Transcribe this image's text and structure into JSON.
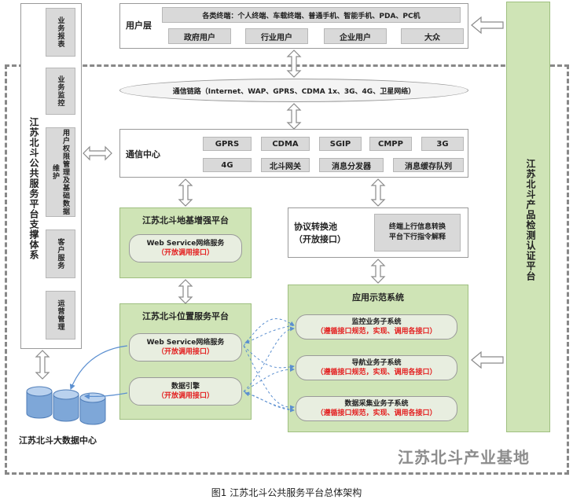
{
  "user_layer": {
    "label": "用户层",
    "terminals": "各类终端：个人终端、车载终端、普通手机、智能手机、PDA、PC机",
    "users": [
      "政府用户",
      "行业用户",
      "企业用户",
      "大众"
    ]
  },
  "comm_link": "通信链路（Internet、WAP、GPRS、CDMA 1x、3G、4G、卫星网络）",
  "comm_center": {
    "label": "通信中心",
    "row1": [
      "GPRS",
      "CDMA",
      "SGIP",
      "CMPP",
      "3G"
    ],
    "row2": [
      "4G",
      "北斗网关",
      "消息分发器",
      "消息缓存队列"
    ]
  },
  "support_system": {
    "label": "江苏北斗公共服务平台支撑体系",
    "items": [
      "业务报表",
      "业务监控",
      "用户权限管理及基础数据维护",
      "客户服务",
      "运营管理"
    ]
  },
  "cert_platform": "江苏北斗产品检测认证平台",
  "base_platform": {
    "title": "江苏北斗地基增强平台",
    "service": "Web Service网络服务",
    "note": "（开放调用接口）"
  },
  "protocol": {
    "title": "协议转换池",
    "subtitle": "（开放接口）",
    "desc_line1": "终端上行信息转换",
    "desc_line2": "平台下行指令解释"
  },
  "location_platform": {
    "title": "江苏北斗位置服务平台",
    "service1": "Web Service网络服务",
    "note1": "（开放调用接口）",
    "service2": "数据引擎",
    "note2": "（开放调用接口）"
  },
  "app_system": {
    "title": "应用示范系统",
    "subsystems": [
      {
        "name": "监控业务子系统",
        "note": "（遵循接口规范，实现、调用各接口）"
      },
      {
        "name": "导航业务子系统",
        "note": "（遵循接口规范，实现、调用各接口）"
      },
      {
        "name": "数据采集业务子系统",
        "note": "（遵循接口规范，实现、调用各接口）"
      }
    ]
  },
  "data_center": "江苏北斗大数据中心",
  "industry_base": "江苏北斗产业基地",
  "caption": "图1 江苏北斗公共服务平台总体架构",
  "colors": {
    "green": "#cfe4b6",
    "red": "#e32020",
    "grey_cell": "#d9d9d9",
    "outer_dash": "#888888"
  }
}
